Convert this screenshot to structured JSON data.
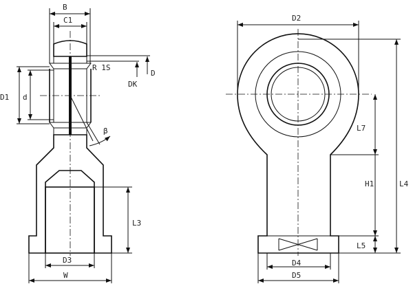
{
  "left_view": {
    "labels": {
      "B": "B",
      "C1": "C1",
      "R": "R 1S",
      "D": "D",
      "DK": "DK",
      "D1": "D1",
      "d": "d",
      "beta": "β",
      "L3": "L3",
      "D3": "D3",
      "W": "W"
    }
  },
  "right_view": {
    "labels": {
      "D2": "D2",
      "L7": "L7",
      "H1": "H1",
      "L4": "L4",
      "L5": "L5",
      "D4": "D4",
      "D5": "D5"
    }
  },
  "colors": {
    "line": "#111111",
    "background": "#ffffff"
  }
}
